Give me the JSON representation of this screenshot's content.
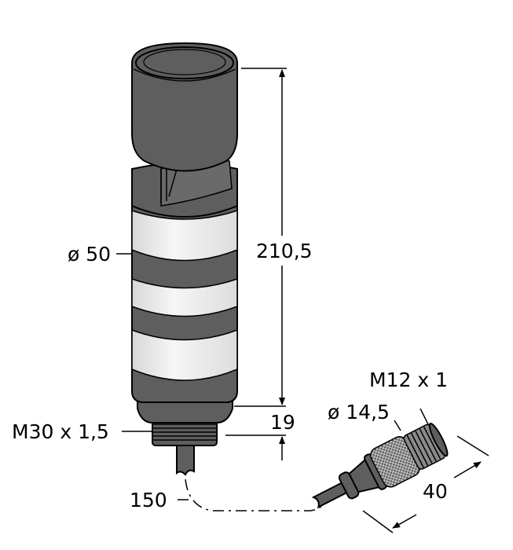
{
  "drawing": {
    "dimensions": {
      "diameter_body": "ø 50",
      "height_total": "210,5",
      "height_base": "19",
      "thread_body": "M30 x 1,5",
      "cable_length": "150",
      "connector_thread": "M12 x 1",
      "connector_diameter": "ø 14,5",
      "connector_length": "40"
    },
    "colors": {
      "housing": "#5e5e5e",
      "lens_bands": "#ececec",
      "lines": "#000000"
    }
  }
}
